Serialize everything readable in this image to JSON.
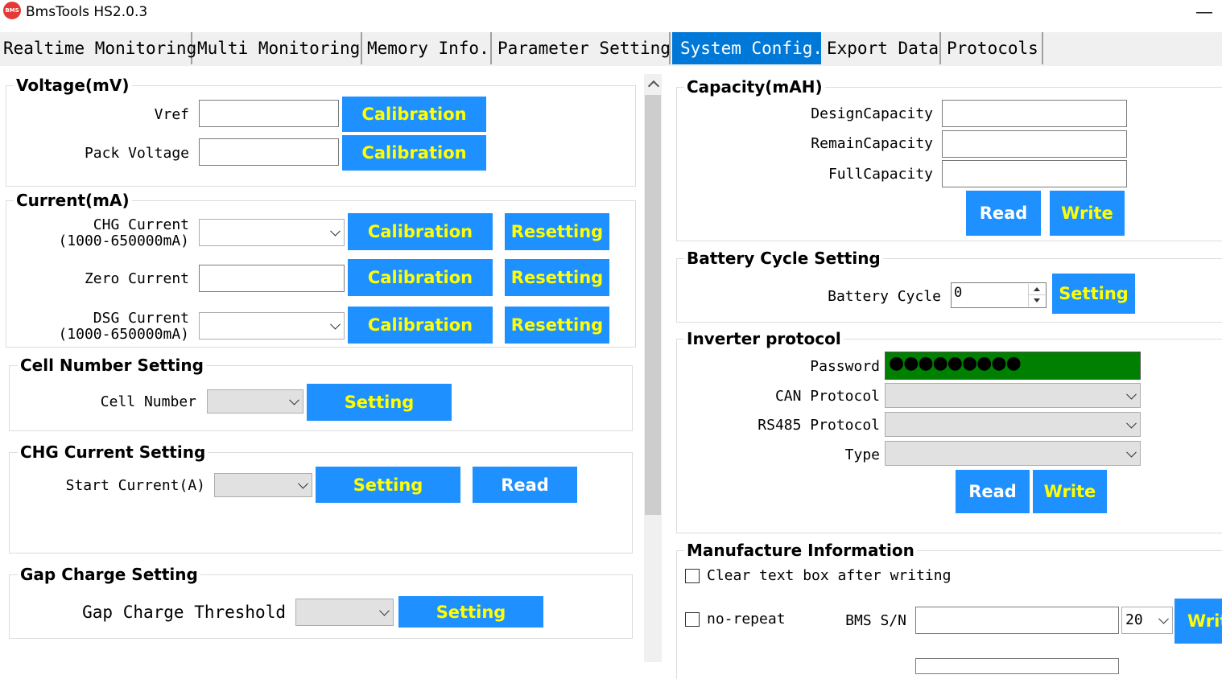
{
  "window": {
    "title": "BmsTools HS2.0.3",
    "icon_text": "BMS",
    "minimize": "—"
  },
  "tabs": [
    "Realtime Monitoring",
    "Multi Monitoring",
    "Memory Info.",
    "Parameter Setting",
    "System Config.",
    "Export Data",
    "Protocols"
  ],
  "active_tab": "System Config.",
  "voltage": {
    "title": "Voltage(mV)",
    "vref_label": "Vref",
    "pack_label": "Pack Voltage",
    "calibration": "Calibration"
  },
  "current": {
    "title": "Current(mA)",
    "chg_label_1": "CHG Current",
    "chg_label_2": "(1000-650000mA)",
    "zero_label": "Zero Current",
    "dsg_label_1": "DSG Current",
    "dsg_label_2": "(1000-650000mA)",
    "calibration": "Calibration",
    "resetting": "Resetting"
  },
  "cell_number": {
    "title": "Cell Number Setting",
    "label": "Cell Number",
    "setting": "Setting"
  },
  "chg_setting": {
    "title": "CHG Current Setting",
    "label": "Start Current(A)",
    "setting": "Setting",
    "read": "Read"
  },
  "gap_charge": {
    "title": "Gap Charge Setting",
    "label": "Gap Charge Threshold",
    "setting": "Setting"
  },
  "capacity": {
    "title": "Capacity(mAH)",
    "design_label": "DesignCapacity",
    "remain_label": "RemainCapacity",
    "full_label": "FullCapacity",
    "read": "Read",
    "write": "Write"
  },
  "battery_cycle": {
    "title": "Battery Cycle Setting",
    "label": "Battery Cycle",
    "value": "0",
    "setting": "Setting"
  },
  "inverter": {
    "title": "Inverter protocol",
    "password_label": "Password",
    "password_value": "●●●●●●●●●",
    "can_label": "CAN Protocol",
    "rs485_label": "RS485 Protocol",
    "type_label": "Type",
    "read": "Read",
    "write": "Write"
  },
  "manufacture": {
    "title": "Manufacture Information",
    "clear_label": "Clear text box after writing",
    "norepeat_label": "no-repeat",
    "sn_label": "BMS S/N",
    "sn_length": "20",
    "write": "Writ"
  },
  "colors": {
    "button_bg": "#1e90ff",
    "button_text_yellow": "#ffff00",
    "active_tab": "#0078d7",
    "password_bg": "#008000"
  }
}
